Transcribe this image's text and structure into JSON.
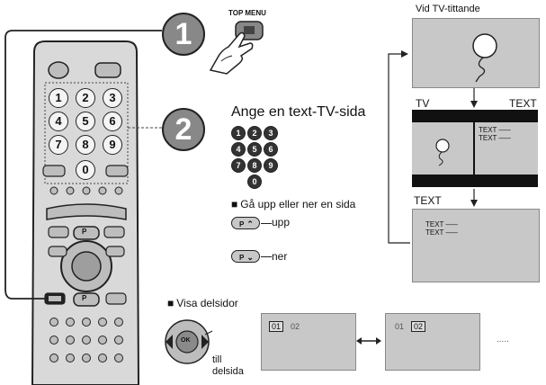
{
  "step_markers": [
    "1",
    "2"
  ],
  "top_menu_label": "TOP MENU",
  "enter_page": {
    "title": "Ange en text-TV-sida",
    "digits": [
      "1",
      "2",
      "3",
      "4",
      "5",
      "6",
      "7",
      "8",
      "9",
      "0"
    ]
  },
  "page_nav": {
    "title": "Gå upp eller ner en sida",
    "up_label": "upp",
    "down_label": "ner",
    "key_glyph": "P"
  },
  "tv_views": {
    "viewing_title": "Vid TV-tittande",
    "split_left": "TV",
    "split_right": "TEXT",
    "split_text_lines": [
      "TEXT –––",
      "TEXT –––"
    ],
    "text_only_title": "TEXT",
    "text_only_lines": [
      "TEXT –––",
      "TEXT –––"
    ]
  },
  "subpages": {
    "title": "Visa delsidor",
    "side_label_line1": "till",
    "side_label_line2": "delsida",
    "ok_glyph": "OK",
    "box1_selected": "01",
    "box1_other": "02",
    "box2_other": "01",
    "box2_selected": "02",
    "ellipsis": "....."
  },
  "remote": {
    "digits": [
      "1",
      "2",
      "3",
      "4",
      "5",
      "6",
      "7",
      "8",
      "9",
      "0"
    ],
    "key_glyph": "P"
  },
  "colors": {
    "panel_gray": "#c8c8c8",
    "remote_body": "#dcdcdc",
    "black": "#111111"
  }
}
